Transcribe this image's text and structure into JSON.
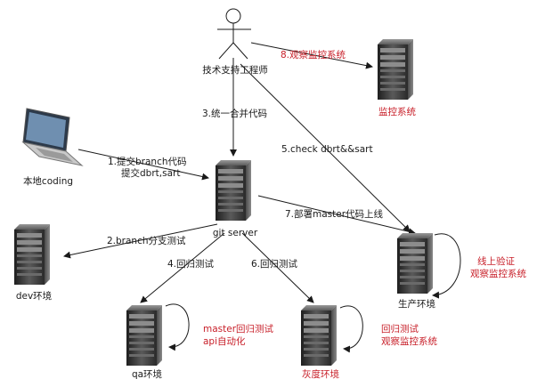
{
  "nodes": {
    "engineer": {
      "label": "技术支持工程师"
    },
    "local": {
      "label": "本地coding"
    },
    "git": {
      "label": "git server"
    },
    "monitor": {
      "label": "监控系统"
    },
    "dev": {
      "label": "dev环境"
    },
    "qa": {
      "label": "qa环境"
    },
    "gray": {
      "label": "灰度环境"
    },
    "prod": {
      "label": "生产环境"
    }
  },
  "steps": {
    "s1a": "1.提交branch代码",
    "s1b": "提交dbrt,sart",
    "s2": "2.branch分支测试",
    "s3": "3.统一合并代码",
    "s4": "4.回归测试",
    "s5": "5.check dbrt&&sart",
    "s6": "6.回归测试",
    "s7": "7.部署master代码上线",
    "s8": "8.观察监控系统"
  },
  "notes": {
    "qa1": "master回归测试",
    "qa2": "api自动化",
    "gray1": "回归测试",
    "gray2": "观察监控系统",
    "prod1": "线上验证",
    "prod2": "观察监控系统"
  },
  "colors": {
    "accent": "#c8202a",
    "line": "#1a1a1a",
    "server": "#3a3a3a"
  }
}
